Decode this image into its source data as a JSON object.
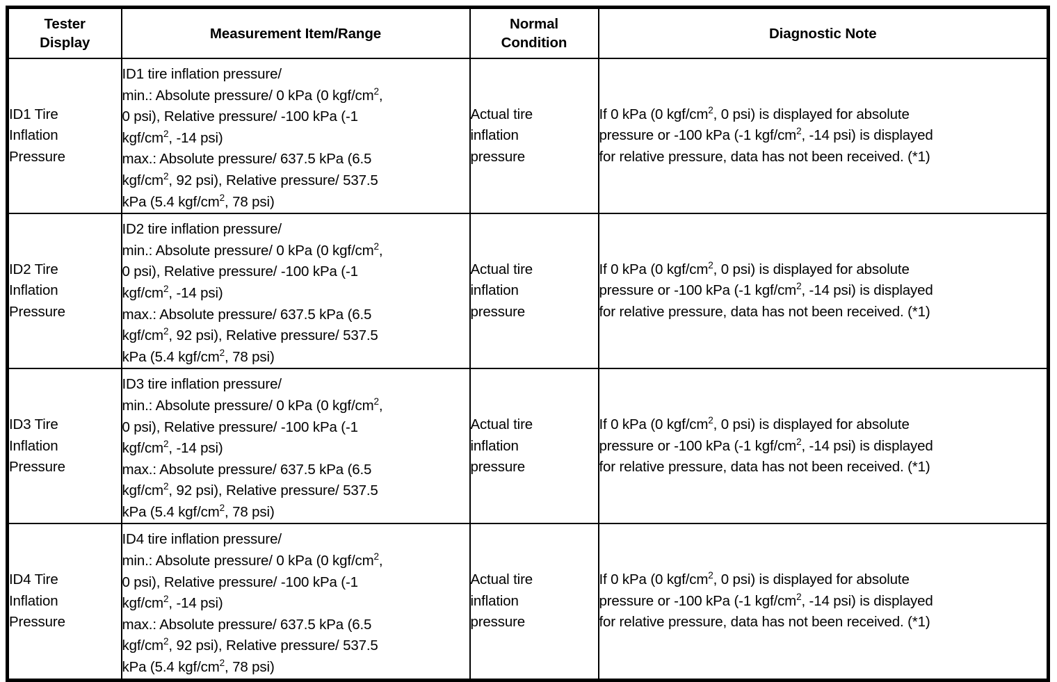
{
  "table": {
    "columns": [
      {
        "key": "tester_display",
        "header_lines": [
          "Tester",
          "Display"
        ]
      },
      {
        "key": "measurement",
        "header_lines": [
          "Measurement Item/Range"
        ]
      },
      {
        "key": "normal_condition",
        "header_lines": [
          "Normal",
          "Condition"
        ]
      },
      {
        "key": "diagnostic_note",
        "header_lines": [
          "Diagnostic Note"
        ]
      }
    ],
    "rows": [
      {
        "tester_display_lines": [
          "ID1 Tire",
          "Inflation",
          "Pressure"
        ],
        "measurement_lines": [
          "ID1 tire inflation pressure/",
          "min.: Absolute pressure/ 0 kPa (0 kgf/cm^2,",
          "0 psi), Relative pressure/ -100 kPa (-1",
          "kgf/cm^2, -14 psi)",
          "max.: Absolute pressure/ 637.5 kPa (6.5",
          "kgf/cm^2, 92 psi), Relative pressure/ 537.5",
          "kPa (5.4 kgf/cm^2, 78 psi)"
        ],
        "normal_condition_lines": [
          "Actual tire",
          "inflation",
          "pressure"
        ],
        "diagnostic_note_lines": [
          "If 0 kPa (0 kgf/cm^2, 0 psi) is displayed for absolute",
          "pressure or -100 kPa (-1 kgf/cm^2, -14 psi) is displayed",
          "for relative pressure, data has not been received. (*1)"
        ]
      },
      {
        "tester_display_lines": [
          "ID2 Tire",
          "Inflation",
          "Pressure"
        ],
        "measurement_lines": [
          "ID2 tire inflation pressure/",
          "min.: Absolute pressure/ 0 kPa (0 kgf/cm^2,",
          "0 psi), Relative pressure/ -100 kPa (-1",
          "kgf/cm^2, -14 psi)",
          "max.: Absolute pressure/ 637.5 kPa (6.5",
          "kgf/cm^2, 92 psi), Relative pressure/ 537.5",
          "kPa (5.4 kgf/cm^2, 78 psi)"
        ],
        "normal_condition_lines": [
          "Actual tire",
          "inflation",
          "pressure"
        ],
        "diagnostic_note_lines": [
          "If 0 kPa (0 kgf/cm^2, 0 psi) is displayed for absolute",
          "pressure or -100 kPa (-1 kgf/cm^2, -14 psi) is displayed",
          "for relative pressure, data has not been received. (*1)"
        ]
      },
      {
        "tester_display_lines": [
          "ID3 Tire",
          "Inflation",
          "Pressure"
        ],
        "measurement_lines": [
          "ID3 tire inflation pressure/",
          "min.: Absolute pressure/ 0 kPa (0 kgf/cm^2,",
          "0 psi), Relative pressure/ -100 kPa (-1",
          "kgf/cm^2, -14 psi)",
          "max.: Absolute pressure/ 637.5 kPa (6.5",
          "kgf/cm^2, 92 psi), Relative pressure/ 537.5",
          "kPa (5.4 kgf/cm^2, 78 psi)"
        ],
        "normal_condition_lines": [
          "Actual tire",
          "inflation",
          "pressure"
        ],
        "diagnostic_note_lines": [
          "If 0 kPa (0 kgf/cm^2, 0 psi) is displayed for absolute",
          "pressure or -100 kPa (-1 kgf/cm^2, -14 psi) is displayed",
          "for relative pressure, data has not been received. (*1)"
        ]
      },
      {
        "tester_display_lines": [
          "ID4 Tire",
          "Inflation",
          "Pressure"
        ],
        "measurement_lines": [
          "ID4 tire inflation pressure/",
          "min.: Absolute pressure/ 0 kPa (0 kgf/cm^2,",
          "0 psi), Relative pressure/ -100 kPa (-1",
          "kgf/cm^2, -14 psi)",
          "max.: Absolute pressure/ 637.5 kPa (6.5",
          "kgf/cm^2, 92 psi), Relative pressure/ 537.5",
          "kPa (5.4 kgf/cm^2, 78 psi)"
        ],
        "normal_condition_lines": [
          "Actual tire",
          "inflation",
          "pressure"
        ],
        "diagnostic_note_lines": [
          "If 0 kPa (0 kgf/cm^2, 0 psi) is displayed for absolute",
          "pressure or -100 kPa (-1 kgf/cm^2, -14 psi) is displayed",
          "for relative pressure, data has not been received. (*1)"
        ]
      }
    ]
  }
}
